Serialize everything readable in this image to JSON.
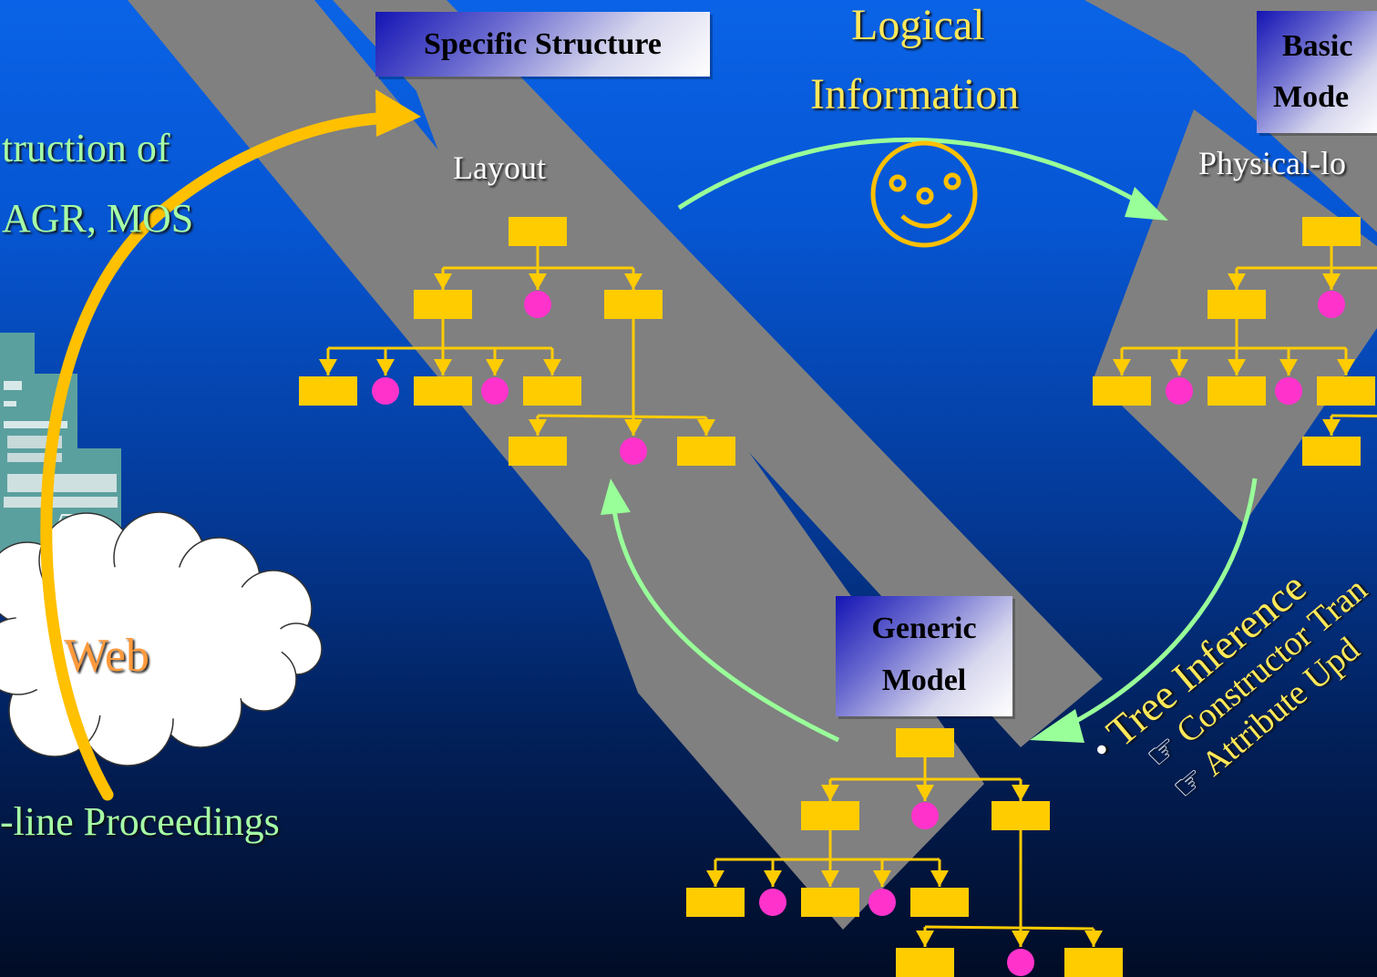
{
  "left": {
    "line1": "truction of",
    "line2": "AGR, MOS",
    "cloud_label": "Web",
    "proceedings": "-line Proceedings"
  },
  "specific": {
    "title": "Specific Structure",
    "subtitle": "Layout"
  },
  "logical": {
    "line1": "Logical",
    "line2": "Information"
  },
  "basic": {
    "line1": "Basic",
    "line2": "Mode",
    "subtitle": "Physical-lo"
  },
  "generic": {
    "line1": "Generic",
    "line2": "Model"
  },
  "bullets": {
    "main": "Tree  Inference",
    "sub1": "Constructor Tran",
    "sub2": "Attribute Upd",
    "bullet_icon": "pointing-hand-icon"
  },
  "colors": {
    "node": "#ffcc00",
    "leaf": "#ff33cc",
    "arrow_green": "#99ff99",
    "arrow_yellow": "#ffc000",
    "stripe": "#808080"
  }
}
